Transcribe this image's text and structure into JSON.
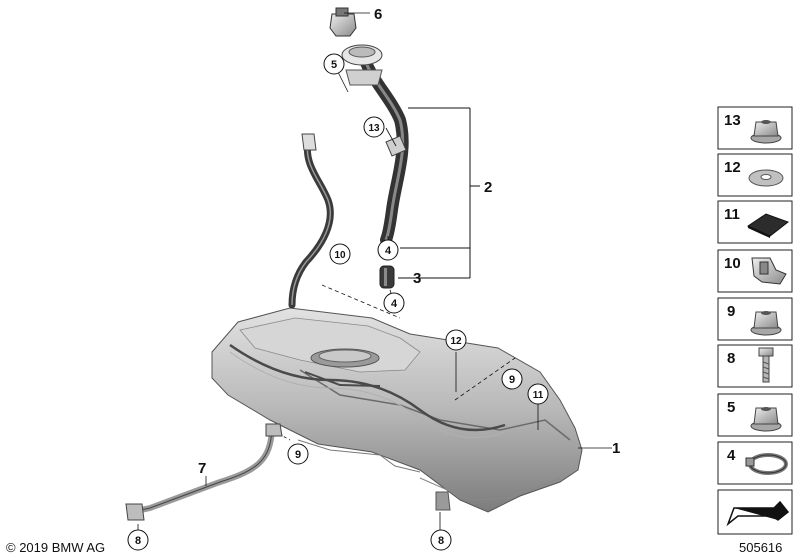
{
  "diagram": {
    "callouts": {
      "c1": "1",
      "c2": "2",
      "c3": "3",
      "c4a": "4",
      "c4b": "4",
      "c5": "5",
      "c6": "6",
      "c7": "7",
      "c8a": "8",
      "c8b": "8",
      "c9a": "9",
      "c9b": "9",
      "c10": "10",
      "c11": "11",
      "c12": "12",
      "c13": "13"
    },
    "legend": [
      "13",
      "12",
      "11",
      "10",
      "9",
      "8",
      "5",
      "4"
    ]
  },
  "footer": {
    "copyright": "© 2019 BMW AG",
    "image_number": "505616"
  },
  "colors": {
    "tank_light": "#d8d8d8",
    "tank_mid": "#a9a9a9",
    "tank_dark": "#6e6e6e",
    "hose": "#3c3c3c",
    "line": "#111111"
  }
}
